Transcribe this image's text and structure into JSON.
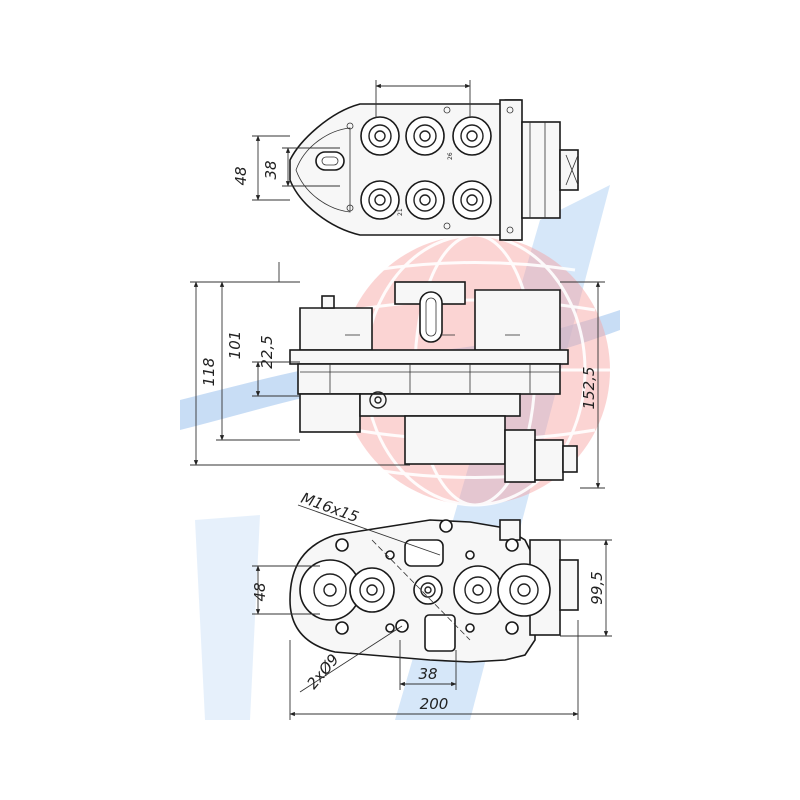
{
  "watermark": {
    "blue": "#3b7fd0",
    "red": "#e53935"
  },
  "top_view": {
    "dims": {
      "d48": "48",
      "d38": "38",
      "d26": "26",
      "d21": "21"
    }
  },
  "side_view": {
    "dims": {
      "d118": "118",
      "d101": "101",
      "d22_5": "22,5",
      "d152_5": "152,5"
    }
  },
  "bottom_view": {
    "dims": {
      "thread": "M16x15",
      "d48": "48",
      "d38": "38",
      "d99_5": "99,5",
      "holes": "2xØ9",
      "d200": "200"
    }
  }
}
